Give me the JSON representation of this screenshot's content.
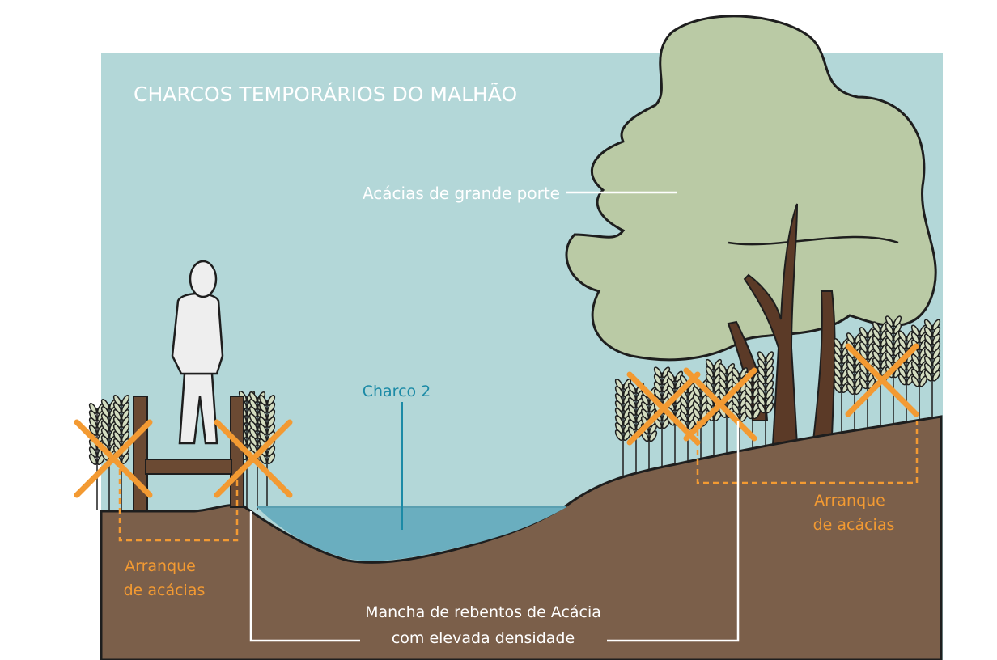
{
  "title": "CHARCOS TEMPORÁRIOS DO MALHÃO",
  "labels": {
    "large_acacias": "Acácias de grande porte",
    "pond": "Charco 2",
    "removal_left_1": "Arranque",
    "removal_left_2": "de acácias",
    "removal_right_1": "Arranque",
    "removal_right_2": "de acácias",
    "sprouts_1": "Mancha de rebentos de Acácia",
    "sprouts_2": "com elevada densidade"
  },
  "colors": {
    "sky": "#b3d7d8",
    "ground": "#7b5f4a",
    "water": "#6aaebf",
    "canopy": "#bacaa5",
    "trunk": "#5b3a27",
    "accent_orange": "#f39a32",
    "pond_label": "#1b8aa6"
  }
}
